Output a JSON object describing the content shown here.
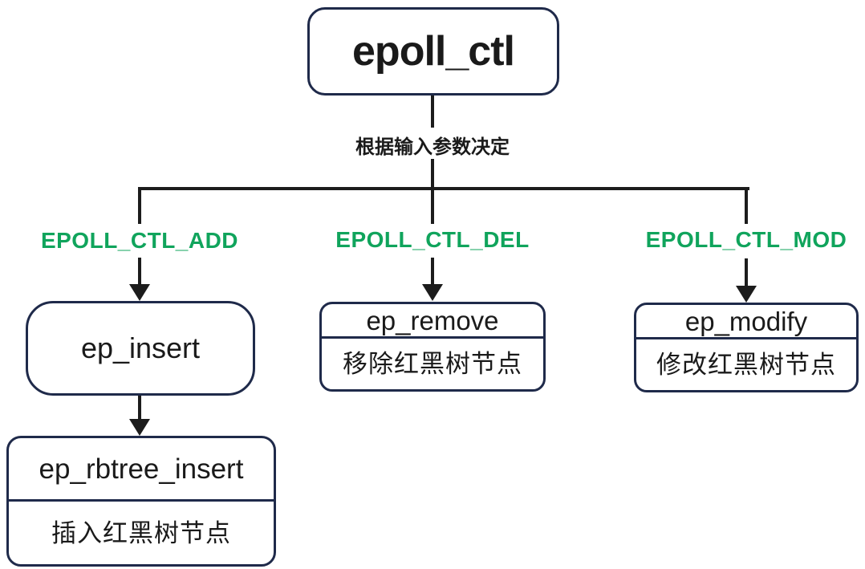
{
  "diagram": {
    "root": {
      "label": "epoll_ctl"
    },
    "decision_label": "根据输入参数决定",
    "branches": [
      {
        "condition": "EPOLL_CTL_ADD",
        "node": {
          "title": "ep_insert"
        },
        "child": {
          "title": "ep_rbtree_insert",
          "subtitle": "插入红黑树节点"
        }
      },
      {
        "condition": "EPOLL_CTL_DEL",
        "node": {
          "title": "ep_remove",
          "subtitle": "移除红黑树节点"
        }
      },
      {
        "condition": "EPOLL_CTL_MOD",
        "node": {
          "title": "ep_modify",
          "subtitle": "修改红黑树节点"
        }
      }
    ]
  },
  "icons": {
    "arrowhead": "filled-triangle-down"
  },
  "colors": {
    "background": "#ffffff",
    "node_border": "#1f2a4a",
    "node_text": "#1a1a1a",
    "connector": "#1c1c1c",
    "condition_label": "#10a45c"
  }
}
